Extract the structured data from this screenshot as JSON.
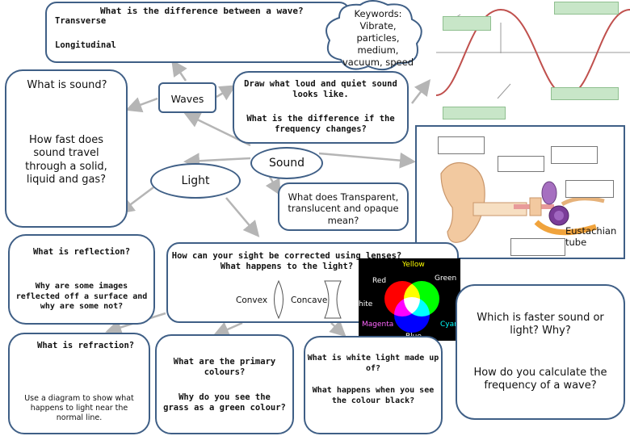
{
  "top_box": {
    "question": "What is the difference between a wave?",
    "transverse": "Transverse",
    "longitudinal": "Longitudinal"
  },
  "keywords": {
    "line1": "Keywords:",
    "line2": "Vibrate,",
    "line3": "particles,",
    "line4": "medium,",
    "line5": "vacuum, speed"
  },
  "sound_box": {
    "q1": "What is sound?",
    "q2a": "How fast does",
    "q2b": "sound travel",
    "q2c": "through a solid,",
    "q2d": "liquid and gas?"
  },
  "waves_label": "Waves",
  "draw_box": {
    "q1a": "Draw what loud and quiet sound",
    "q1b": "looks like.",
    "q2a": "What is the difference if the",
    "q2b": "frequency changes?"
  },
  "sound_label": "Sound",
  "light_label": "Light",
  "transparent_box": {
    "a": "What does Transparent,",
    "b": "translucent and opaque",
    "c": "mean?"
  },
  "ear": {
    "eustachian_a": "Eustachian",
    "eustachian_b": "tube"
  },
  "reflection_box": {
    "q1": "What is reflection?",
    "q2a": "Why are some images",
    "q2b": "reflected off a surface and",
    "q2c": "why are some not?"
  },
  "lens_box": {
    "q1": "How can your sight be corrected using lenses?",
    "q2": "What happens to the light?",
    "convex": "Convex",
    "concave": "Concave"
  },
  "colour_wheel": {
    "yellow": "Yellow",
    "red": "Red",
    "green": "Green",
    "white": "hite",
    "magenta": "Magenta",
    "cyan": "Cyan",
    "blue": "Blue"
  },
  "faster_box": {
    "q1a": "Which is faster sound or",
    "q1b": "light? Why?",
    "q2a": "How do you calculate the",
    "q2b": "frequency of a wave?"
  },
  "refraction_box": {
    "q1": "What is refraction?",
    "q2a": "Use a diagram to show what",
    "q2b": "happens to light near the",
    "q2c": "normal line."
  },
  "primary_box": {
    "q1a": "What are the primary",
    "q1b": "colours?",
    "q2a": "Why do you see the",
    "q2b": "grass as a green colour?"
  },
  "white_box": {
    "q1a": "What is white light made up",
    "q1b": "of?",
    "q2a": "What happens when you see",
    "q2b": "the colour black?"
  },
  "colors": {
    "border": "#3f5f86",
    "wave": "#c0504d",
    "arrow": "#b5b5b5",
    "label_green": "#c8e6c8"
  }
}
